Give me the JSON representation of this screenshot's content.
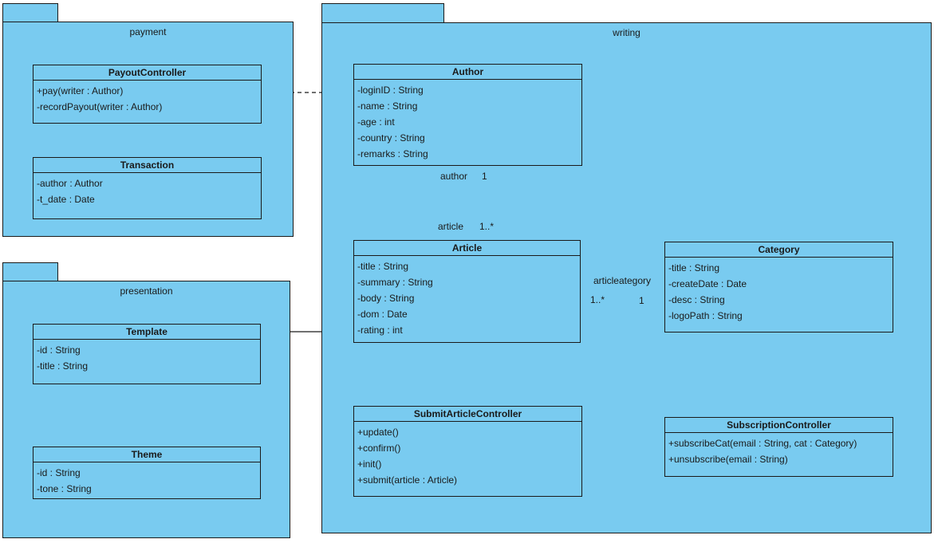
{
  "diagram_type": "uml-class-diagram",
  "colors": {
    "shape_fill": "#79cbf0",
    "border": "#1a1a1a",
    "background": "#ffffff",
    "text": "#1a1a1a"
  },
  "packages": [
    {
      "name": "payment",
      "classes": [
        {
          "name": "PayoutController",
          "members": [
            "+pay(writer : Author)",
            "-recordPayout(writer : Author)"
          ]
        },
        {
          "name": "Transaction",
          "members": [
            "-author : Author",
            "-t_date : Date"
          ]
        }
      ]
    },
    {
      "name": "presentation",
      "classes": [
        {
          "name": "Template",
          "members": [
            "-id : String",
            "-title : String"
          ]
        },
        {
          "name": "Theme",
          "members": [
            "-id : String",
            "-tone : String"
          ]
        }
      ]
    },
    {
      "name": "writing",
      "classes": [
        {
          "name": "Author",
          "members": [
            "-loginID : String",
            "-name : String",
            "-age : int",
            "-country : String",
            "-remarks : String"
          ]
        },
        {
          "name": "Article",
          "members": [
            "-title : String",
            "-summary : String",
            "-body : String",
            "-dom : Date",
            "-rating : int"
          ]
        },
        {
          "name": "Category",
          "members": [
            "-title : String",
            "-createDate : Date",
            "-desc : String",
            "-logoPath : String"
          ]
        },
        {
          "name": "SubmitArticleController",
          "members": [
            "+update()",
            "+confirm()",
            "+init()",
            "+submit(article : Article)"
          ]
        },
        {
          "name": "SubscriptionController",
          "members": [
            "+subscribeCat(email : String, cat : Category)",
            "+unsubscribe(email : String)"
          ]
        }
      ]
    }
  ],
  "relations": {
    "author_article": {
      "role_top": "author",
      "mult_top": "1",
      "role_bottom": "article",
      "mult_bottom": "1..*"
    },
    "article_category": {
      "name": "articleategory",
      "mult_left": "1..*",
      "mult_right": "1"
    }
  }
}
